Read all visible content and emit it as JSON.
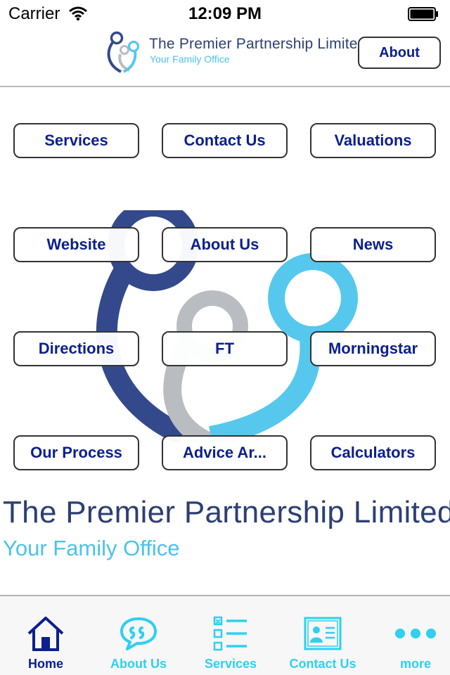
{
  "status_bar": {
    "carrier": "Carrier",
    "time": "12:09 PM"
  },
  "header": {
    "brand_name": "The Premier Partnership Limited",
    "brand_tagline": "Your Family Office",
    "about_label": "About"
  },
  "grid": {
    "buttons": [
      {
        "label": "Services"
      },
      {
        "label": "Contact Us"
      },
      {
        "label": "Valuations"
      },
      {
        "label": "Website"
      },
      {
        "label": "About Us"
      },
      {
        "label": "News"
      },
      {
        "label": "Directions"
      },
      {
        "label": "FT"
      },
      {
        "label": "Morningstar"
      },
      {
        "label": "Our Process"
      },
      {
        "label": "Advice Ar..."
      },
      {
        "label": "Calculators"
      }
    ]
  },
  "footer_brand": {
    "name": "The Premier Partnership Limited",
    "tagline": "Your Family Office"
  },
  "tab_bar": {
    "tabs": [
      {
        "label": "Home",
        "icon": "home-icon",
        "active": true
      },
      {
        "label": "About Us",
        "icon": "speech-bubble-icon",
        "active": false
      },
      {
        "label": "Services",
        "icon": "checklist-icon",
        "active": false
      },
      {
        "label": "Contact Us",
        "icon": "contact-card-icon",
        "active": false
      },
      {
        "label": "more",
        "icon": "more-dots-icon",
        "active": false
      }
    ]
  },
  "colors": {
    "button_text": "#0b1f8e",
    "brand_navy": "#2d3f73",
    "brand_cyan": "#4cc2ea",
    "tab_inactive": "#2fd0f0",
    "tab_active": "#0b1f8e",
    "logo_navy": "#33498c",
    "logo_grey": "#b9bcc1",
    "logo_cyan": "#56c8ee"
  }
}
